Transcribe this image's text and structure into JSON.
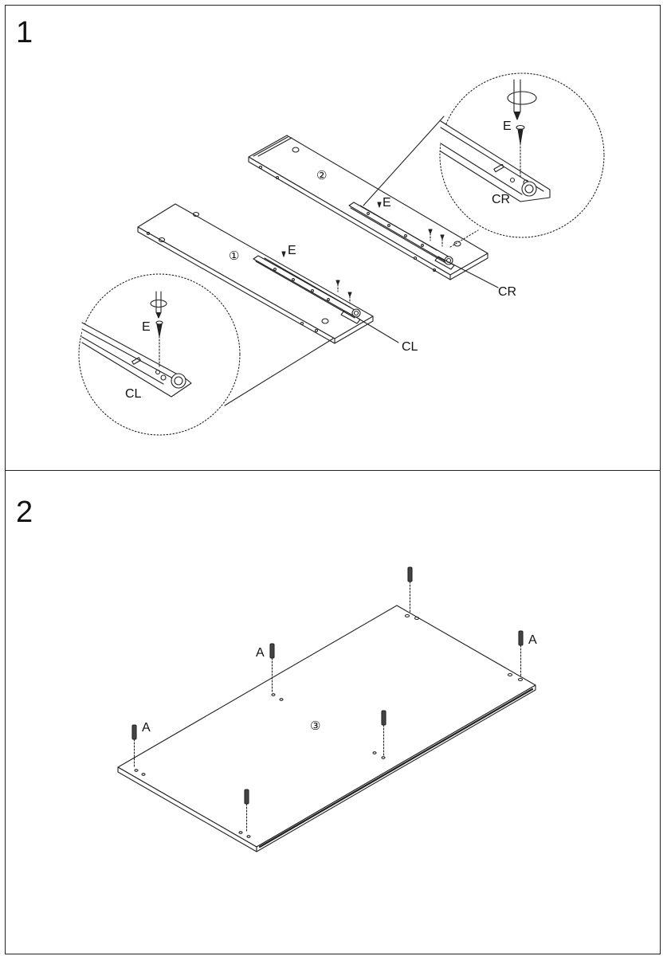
{
  "steps": [
    {
      "number": "1",
      "labels": {
        "part_1": "①",
        "part_2": "②",
        "screw_e_rail_left": "E",
        "screw_e_rail_right": "E",
        "bracket_cr": "CR",
        "bracket_cl": "CL",
        "zoom_right_e": "E",
        "zoom_right_cr": "CR",
        "zoom_left_e": "E",
        "zoom_left_cl": "CL"
      }
    },
    {
      "number": "2",
      "labels": {
        "part_3": "③",
        "dowel_a_left": "A",
        "dowel_a_mid": "A",
        "dowel_a_right": "A"
      }
    }
  ]
}
